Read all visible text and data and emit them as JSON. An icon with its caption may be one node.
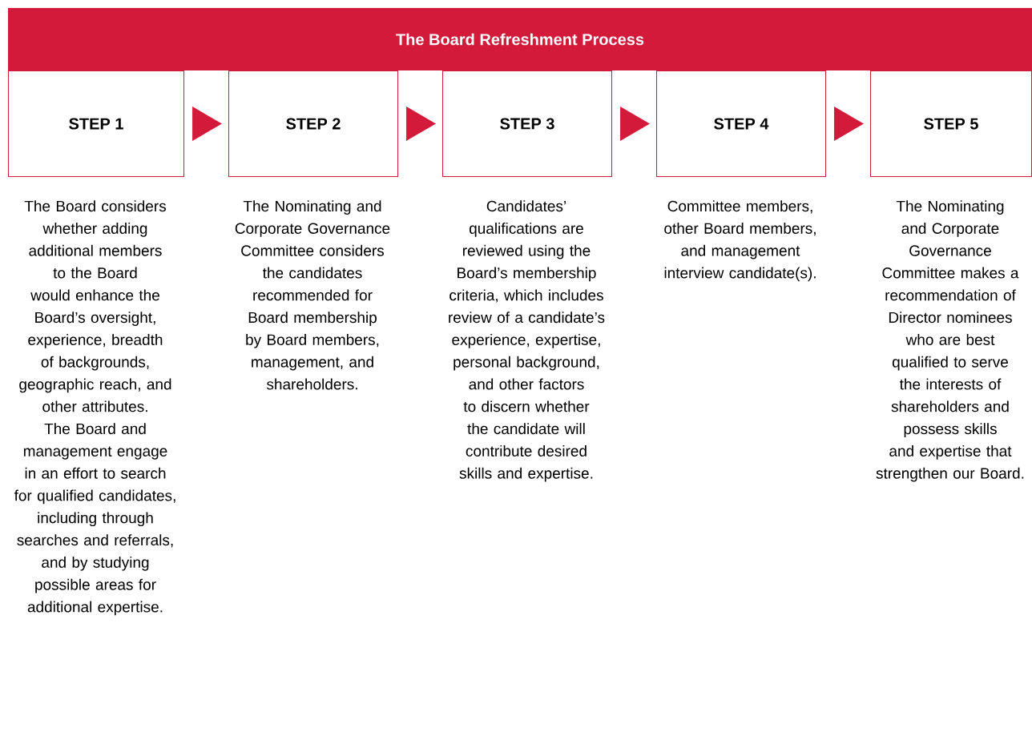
{
  "diagram": {
    "title": "The Board Refreshment Process",
    "nodes": [
      {
        "text": [
          "STEP 1"
        ],
        "beside": [
          "The Board considers whether adding additional members to the Board would enhance the Board’s oversight, experience, breadth of backgrounds, geographic reach, and other attributes. The Board and management engage in an effort to search for qualified candidates, including through searches and referrals, and by studying possible areas for additional expertise."
        ]
      },
      {
        "text": [
          "STEP 2"
        ],
        "beside": [
          "The Nominating and Corporate Governance Committee considers the candidates recommended for Board membership by Board members, management, and shareholders."
        ]
      },
      {
        "text": [
          "STEP 3"
        ],
        "beside": [
          "Candidates’ qualifications are reviewed using the Board’s membership criteria, which includes review of a candidate’s experience, expertise, personal background, and other factors to discern whether the candidate will contribute desired skills and expertise."
        ]
      },
      {
        "text": [
          "STEP 4"
        ],
        "beside": [
          "Committee members, other Board members, and management interview candidate(s)."
        ]
      },
      {
        "text": [
          "STEP 5"
        ],
        "beside": [
          "The Nominating and Corporate Governance Committee makes a recommendation of Director nominees who are best qualified to serve the interests of shareholders and possess skills and expertise that strengthen our Board."
        ]
      }
    ],
    "edges": [
      {
        "from": 0,
        "to": 1,
        "arrow": "to"
      },
      {
        "from": 1,
        "to": 2,
        "arrow": "to"
      },
      {
        "from": 2,
        "to": 3,
        "arrow": "to"
      },
      {
        "from": 3,
        "to": 4,
        "arrow": "to"
      }
    ]
  }
}
